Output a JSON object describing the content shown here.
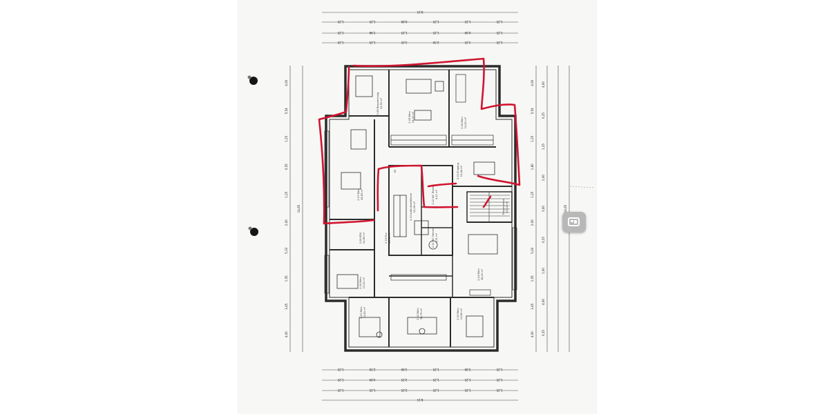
{
  "colors": {
    "wall": "#2b2b2b",
    "markup": "#d0142f",
    "paper": "#f7f7f5",
    "button": "#b8b8b8"
  },
  "icons": {
    "view_toggle": "image-view-icon",
    "binder_hole": "punch-hole-icon"
  },
  "dims": {
    "top1": [
      "8,15"
    ],
    "top2": [
      "1,25",
      "1,25",
      "6,00",
      "1,25",
      "1,25",
      "1,25"
    ],
    "top3": [
      "1,25",
      "5,98",
      "1,25",
      "1,25",
      "6,00",
      "1,25"
    ],
    "top4": [
      "1,25",
      "1,25",
      "3,25",
      "2,50",
      "3,25",
      "1,25"
    ],
    "bottom1": [
      "1,25",
      "2,50",
      "3,00",
      "1,25",
      "5,00",
      "1,25"
    ],
    "bottom2": [
      "1,25",
      "4,00",
      "3,25",
      "1,25",
      "1,25",
      "1,25"
    ],
    "bottom3": [
      "1,25",
      "1,25",
      "2,25",
      "1,25",
      "1,25",
      "1,25"
    ],
    "bottom4": [
      "8,15"
    ],
    "left1": [
      "4,00",
      "5,54",
      "1,25",
      "0,55",
      "1,25",
      "2,00",
      "5,33",
      "1,55",
      "3,45",
      "4,00"
    ],
    "left2": [
      "14,65"
    ],
    "right1": [
      "4,00",
      "5,54",
      "1,25",
      "1,80",
      "1,25",
      "2,00",
      "5,20",
      "1,55",
      "3,45",
      "4,00"
    ],
    "right2": [
      "4,00",
      "0,25",
      "1,25",
      "2,00",
      "3,00",
      "0,25",
      "1,00",
      "4,00",
      "0,25"
    ],
    "right3": [
      "14,65"
    ]
  },
  "rooms": [
    {
      "name": "2.06 Besprechung",
      "area": "12,50 m²"
    },
    {
      "name": "2.05 Büro",
      "area": "24,02 m²"
    },
    {
      "name": "2.04 Büro",
      "area": "11,61 m²"
    },
    {
      "name": "2.07 Büro",
      "area": "26,85 m²"
    },
    {
      "name": "2.01 Eingang",
      "area": "12,44 m²"
    },
    {
      "name": "2.13 Aufenthalt/Küche",
      "area": "10,06 m²"
    },
    {
      "name": "2.12 WC Damen",
      "area": "4,11 m²"
    },
    {
      "name": "2.11 WC Herren",
      "area": "4,21 m²"
    },
    {
      "name": "Treppenhaus",
      "area": "13,10 m²"
    },
    {
      "name": "2.08 EDV",
      "area": "10,85 m²"
    },
    {
      "name": "2.15 Flur",
      "area": "59,98 m²"
    },
    {
      "name": "2.09 Büro",
      "area": "13,51 m²"
    },
    {
      "name": "2.14 Büro",
      "area": "36,20 m²"
    },
    {
      "name": "2.10 Büro",
      "area": "13,81 m²"
    },
    {
      "name": "2.02 Büro",
      "area": "34,75 m²"
    },
    {
      "name": "2.03 Büro",
      "area": "13,80 m²"
    },
    {
      "name": "KS",
      "area": ""
    }
  ]
}
